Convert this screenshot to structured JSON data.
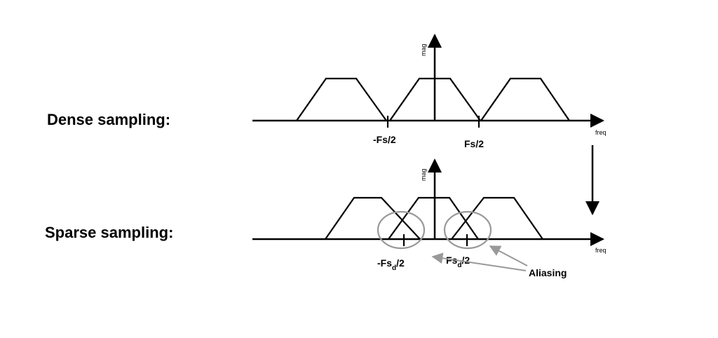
{
  "dense": {
    "label": "Dense sampling:",
    "y_axis_label": "mag",
    "x_axis_label": "freq",
    "tick_left": "-Fs/2",
    "tick_right": "Fs/2"
  },
  "sparse": {
    "label": "Sparse sampling:",
    "y_axis_label": "mag",
    "x_axis_label": "freq",
    "tick_left_main": "-Fs",
    "tick_left_sub": "d",
    "tick_left_tail": "/2",
    "tick_right_main": "Fs",
    "tick_right_sub": "d",
    "tick_right_tail": "/2",
    "annotation": "Aliasing"
  },
  "colors": {
    "ink": "#000000",
    "highlight": "#999999"
  }
}
